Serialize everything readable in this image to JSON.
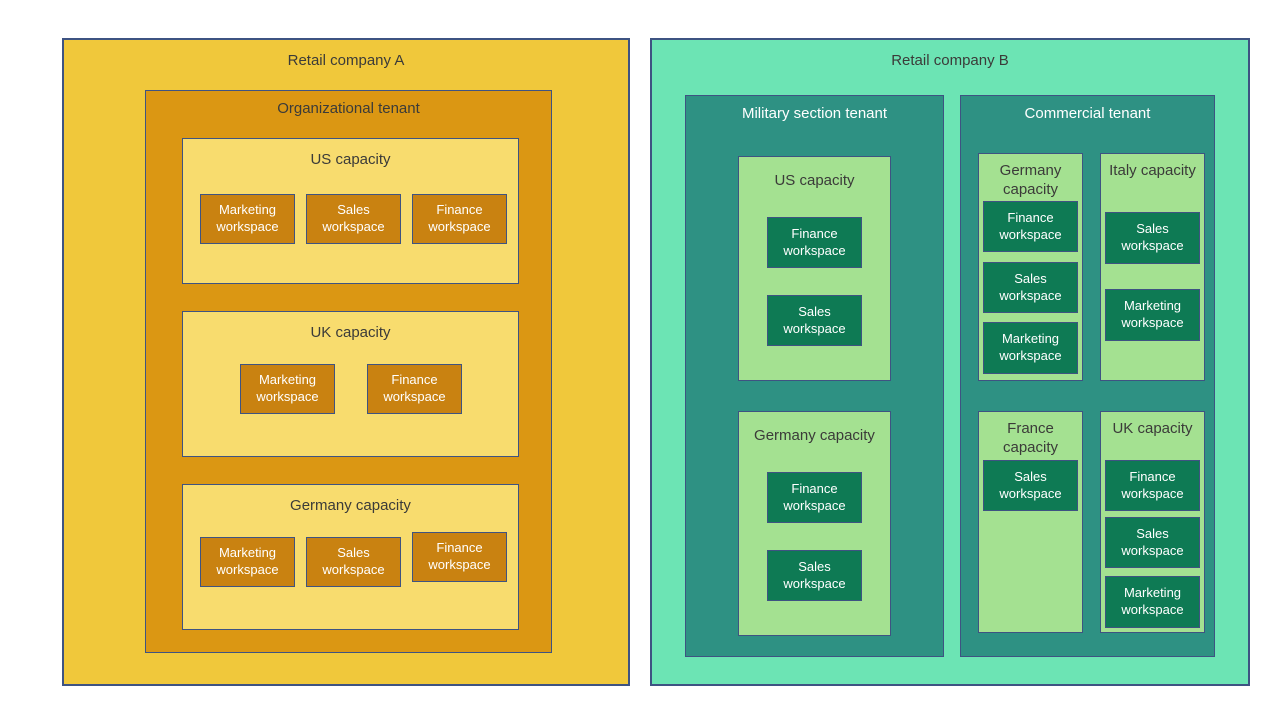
{
  "palette": {
    "border": "#3e5382",
    "company_a_bg": "#f0c83b",
    "tenant_a_bg": "#db9713",
    "capacity_a_bg": "#f8dc6e",
    "workspace_a_bg": "#c98211",
    "company_b_bg": "#6ce4b4",
    "tenant_b_bg": "#2e9183",
    "capacity_b_bg": "#a4e191",
    "workspace_b_bg": "#0e7a54",
    "dark_text": "#3b3b39",
    "light_text": "#ffffff"
  },
  "companyA": {
    "title": "Retail company A",
    "tenant": {
      "title": "Organizational tenant",
      "capacities": [
        {
          "title": "US capacity",
          "workspaces": [
            "Marketing workspace",
            "Sales workspace",
            "Finance workspace"
          ]
        },
        {
          "title": "UK capacity",
          "workspaces": [
            "Marketing workspace",
            "Finance workspace"
          ]
        },
        {
          "title": "Germany capacity",
          "workspaces": [
            "Marketing workspace",
            "Sales workspace",
            "Finance workspace"
          ]
        }
      ]
    }
  },
  "companyB": {
    "title": "Retail company B",
    "tenants": [
      {
        "title": "Military section tenant",
        "capacities": [
          {
            "title": "US capacity",
            "workspaces": [
              "Finance workspace",
              "Sales workspace"
            ]
          },
          {
            "title": "Germany capacity",
            "workspaces": [
              "Finance workspace",
              "Sales workspace"
            ]
          }
        ]
      },
      {
        "title": "Commercial tenant",
        "capacities": [
          {
            "title": "Germany capacity",
            "workspaces": [
              "Finance workspace",
              "Sales workspace",
              "Marketing workspace"
            ]
          },
          {
            "title": "Italy capacity",
            "workspaces": [
              "Sales workspace",
              "Marketing workspace"
            ]
          },
          {
            "title": "France capacity",
            "workspaces": [
              "Sales workspace"
            ]
          },
          {
            "title": "UK capacity",
            "workspaces": [
              "Finance workspace",
              "Sales workspace",
              "Marketing workspace"
            ]
          }
        ]
      }
    ]
  }
}
